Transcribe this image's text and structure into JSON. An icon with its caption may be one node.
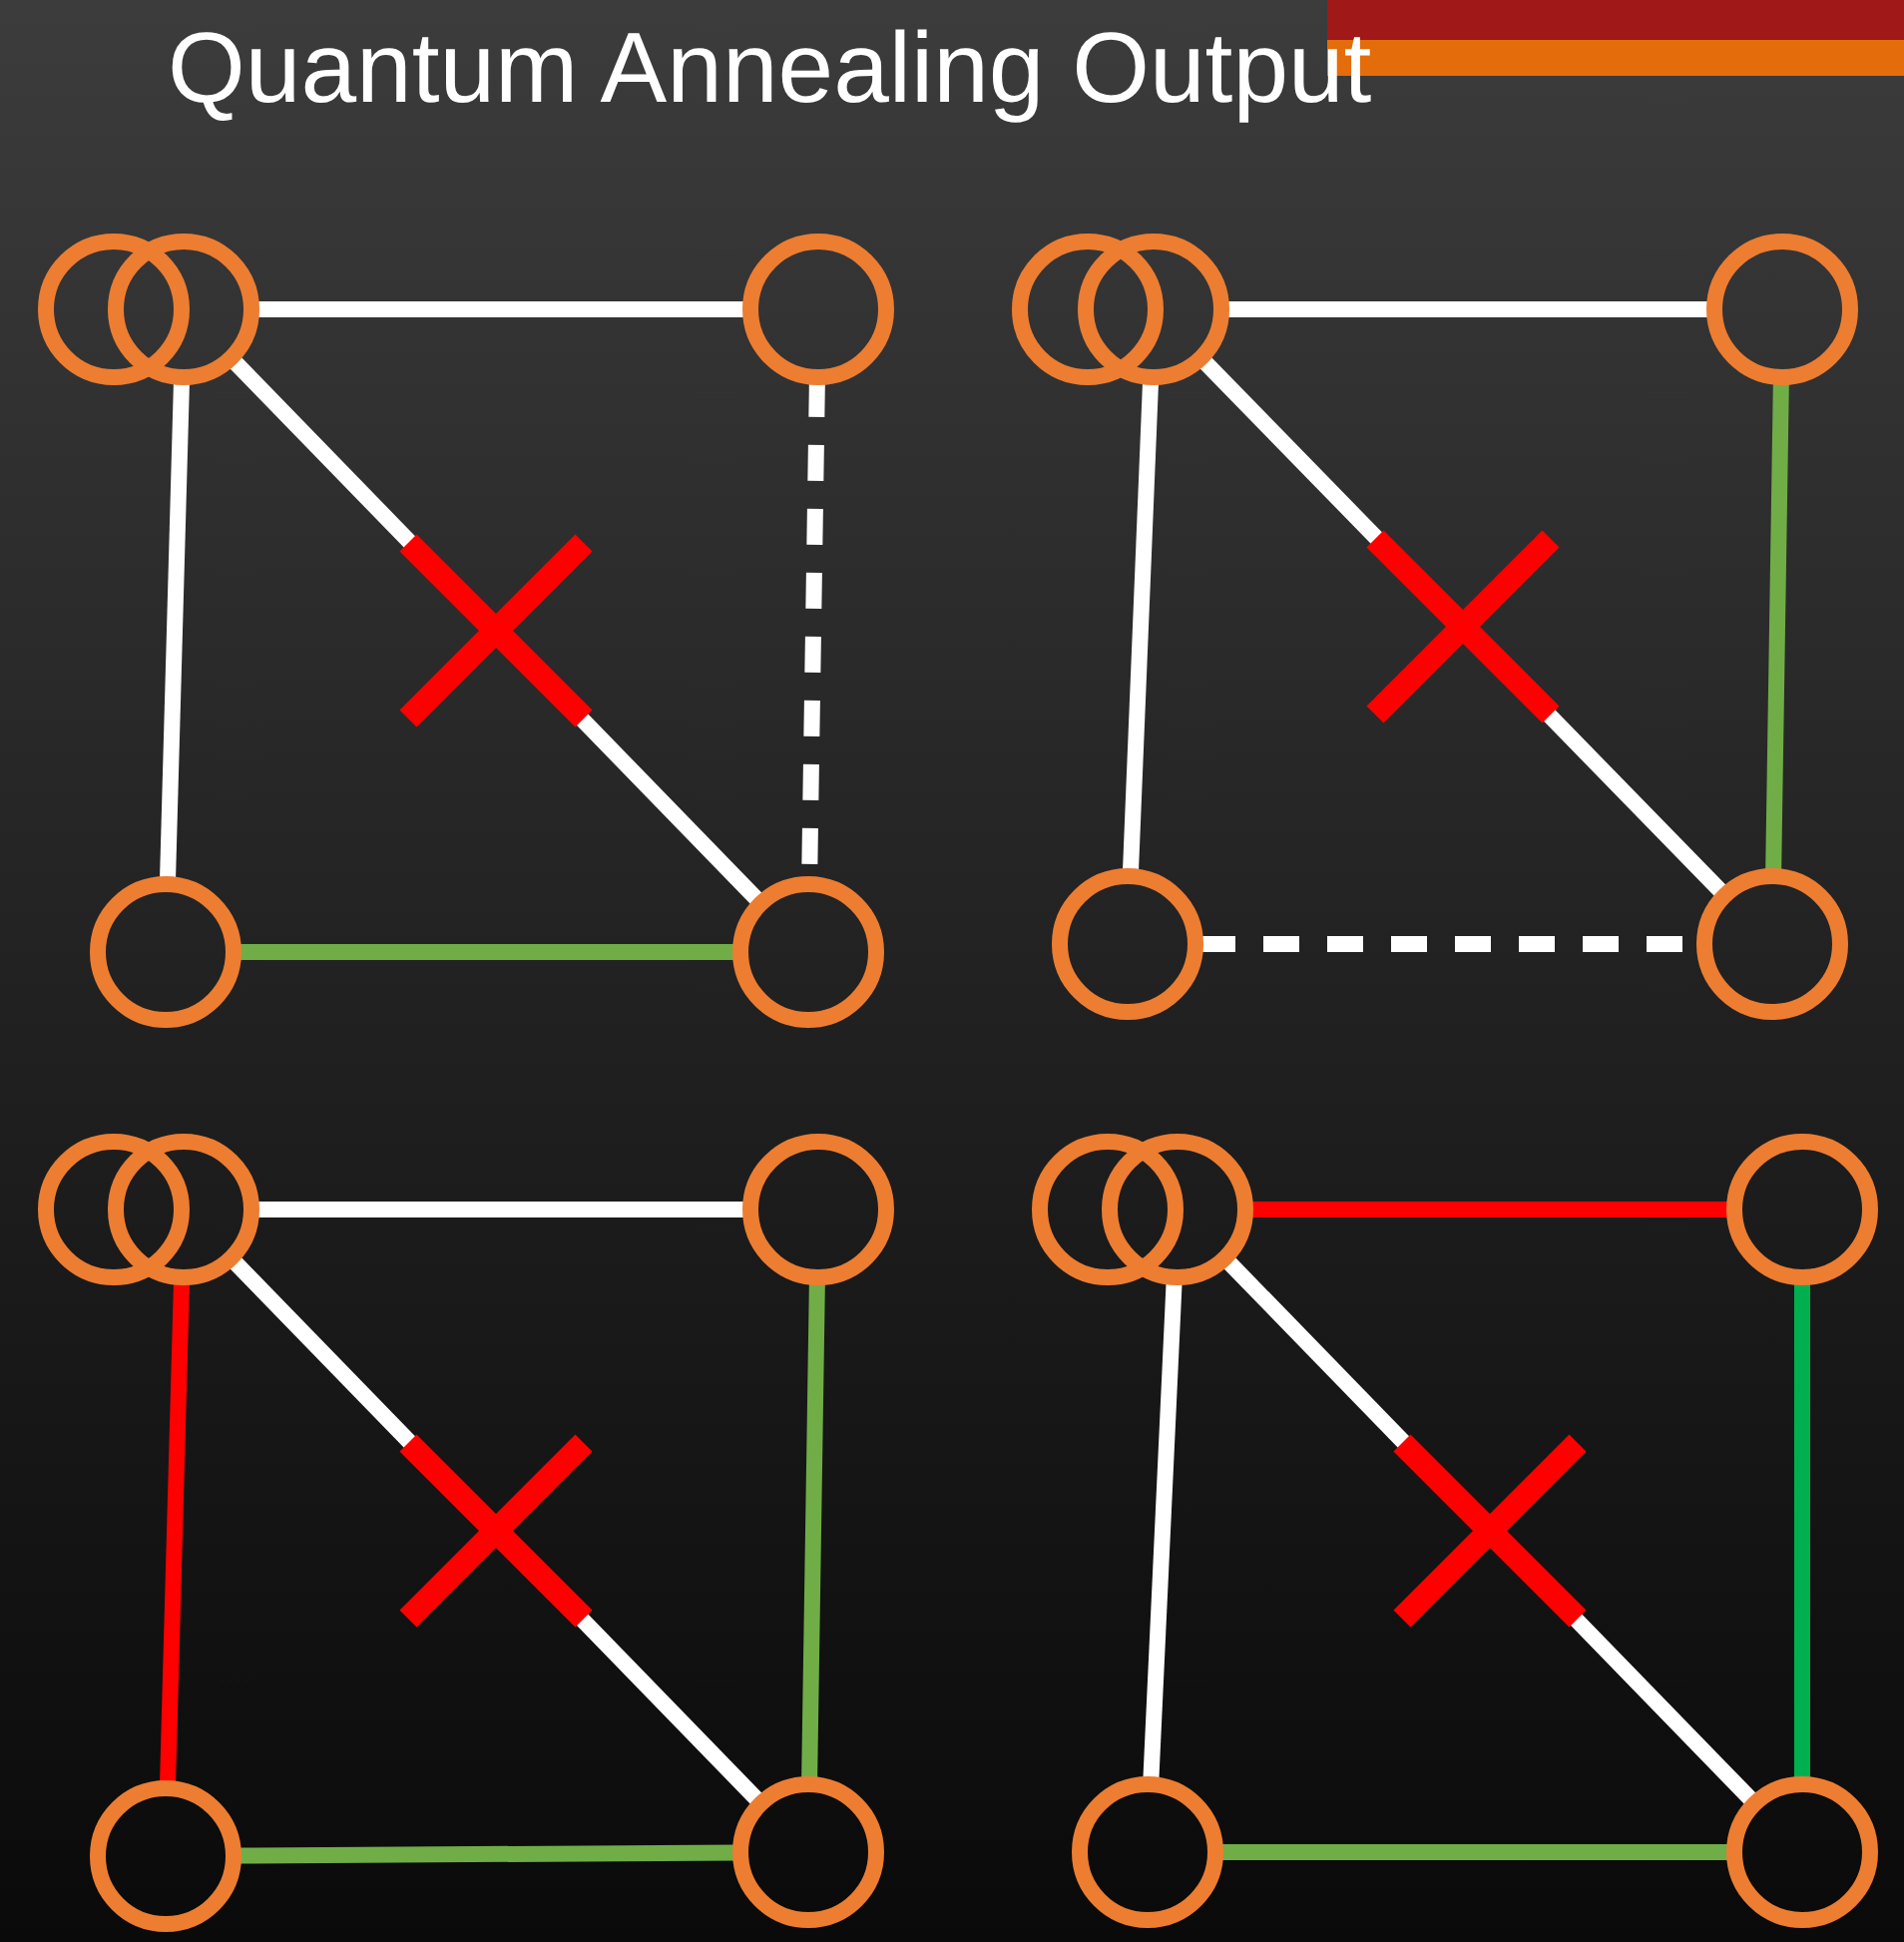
{
  "diagram": {
    "title": "Quantum Annealing Output",
    "nodes": [
      {
        "text": [],
        "shape": "circle"
      },
      {
        "text": [],
        "shape": "circle"
      },
      {
        "text": [],
        "shape": "circle"
      },
      {
        "text": [],
        "shape": "circle"
      },
      {
        "text": [],
        "shape": "circle"
      },
      {
        "text": [],
        "shape": "circle"
      },
      {
        "text": [],
        "shape": "circle"
      },
      {
        "text": [],
        "shape": "circle"
      },
      {
        "text": [],
        "shape": "circle"
      },
      {
        "text": [],
        "shape": "circle"
      },
      {
        "text": [],
        "shape": "circle"
      },
      {
        "text": [],
        "shape": "circle"
      },
      {
        "text": [],
        "shape": "circle"
      },
      {
        "text": [],
        "shape": "circle"
      },
      {
        "text": [],
        "shape": "circle"
      },
      {
        "text": [],
        "shape": "circle"
      },
      {
        "text": [],
        "shape": "circle"
      },
      {
        "text": [],
        "shape": "circle"
      },
      {
        "text": [],
        "shape": "circle"
      },
      {
        "text": [],
        "shape": "circle"
      }
    ],
    "edges": [
      {
        "from": 1,
        "to": 2,
        "arrow": "none"
      },
      {
        "from": 1,
        "to": 3,
        "arrow": "none"
      },
      {
        "from": 1,
        "to": 4,
        "arrow": "none"
      },
      {
        "from": 2,
        "to": 4,
        "arrow": "none",
        "style": "dashed"
      },
      {
        "from": 3,
        "to": 4,
        "arrow": "none",
        "color": "#70ad47"
      },
      {
        "from": 6,
        "to": 7,
        "arrow": "none"
      },
      {
        "from": 6,
        "to": 8,
        "arrow": "none"
      },
      {
        "from": 6,
        "to": 9,
        "arrow": "none"
      },
      {
        "from": 7,
        "to": 9,
        "arrow": "none",
        "color": "#70ad47"
      },
      {
        "from": 8,
        "to": 9,
        "arrow": "none",
        "style": "dashed"
      },
      {
        "from": 11,
        "to": 12,
        "arrow": "none"
      },
      {
        "from": 11,
        "to": 13,
        "arrow": "none",
        "color": "#ff0000"
      },
      {
        "from": 11,
        "to": 14,
        "arrow": "none"
      },
      {
        "from": 12,
        "to": 14,
        "arrow": "none",
        "color": "#70ad47"
      },
      {
        "from": 13,
        "to": 14,
        "arrow": "none",
        "color": "#70ad47"
      },
      {
        "from": 16,
        "to": 17,
        "arrow": "none",
        "color": "#ff0000"
      },
      {
        "from": 16,
        "to": 18,
        "arrow": "none"
      },
      {
        "from": 16,
        "to": 19,
        "arrow": "none"
      },
      {
        "from": 17,
        "to": 19,
        "arrow": "none",
        "color": "#00b050"
      },
      {
        "from": 18,
        "to": 19,
        "arrow": "none",
        "color": "#70ad47"
      }
    ]
  }
}
